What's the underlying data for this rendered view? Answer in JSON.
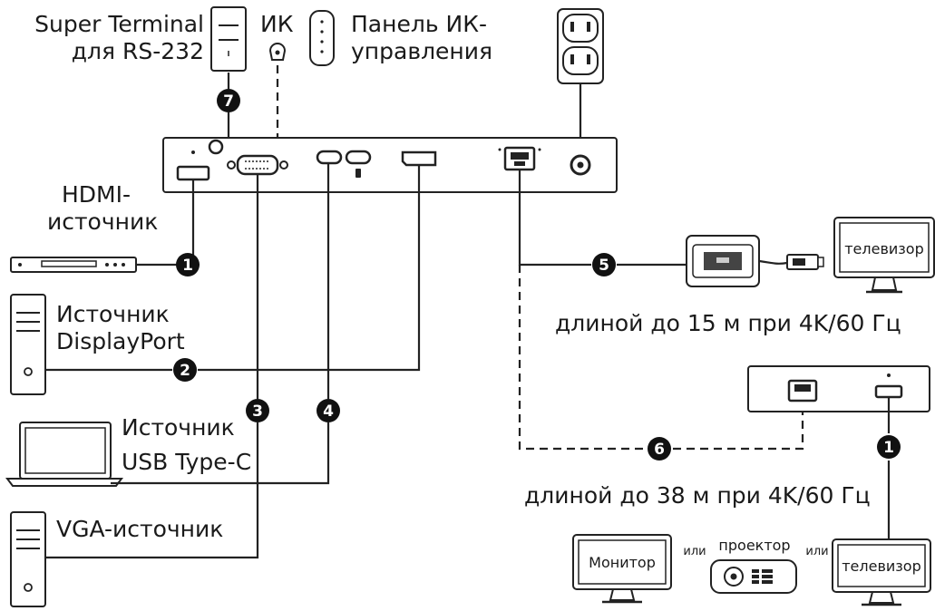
{
  "labels": {
    "rs232_line1": "Super Terminal",
    "rs232_line2": "для RS-232",
    "ir": "ИК",
    "ir_panel_line1": "Панель ИК-",
    "ir_panel_line2": "управления",
    "hdmi_src_line1": "HDMI-",
    "hdmi_src_line2": "источник",
    "dp_src_line1": "Источник",
    "dp_src_line2": "DisplayPort",
    "usbc_src_line1": "Источник",
    "usbc_src_line2": "USB Type-C",
    "vga_src": "VGA-источник",
    "tv_top": "телевизор",
    "length_15": "длиной до 15 м при 4K/60 Гц",
    "length_38": "длиной до 38 м при 4K/60 Гц",
    "monitor": "Монитор",
    "or_1": "или",
    "projector": "проектор",
    "or_2": "или",
    "tv_bottom": "телевизор"
  },
  "badges": {
    "b1_top": "1",
    "b2": "2",
    "b3": "3",
    "b4": "4",
    "b5": "5",
    "b6": "6",
    "b7": "7",
    "b1_bottom": "1"
  },
  "colors": {
    "line": "#222222",
    "badge": "#111111",
    "background": "#ffffff"
  }
}
